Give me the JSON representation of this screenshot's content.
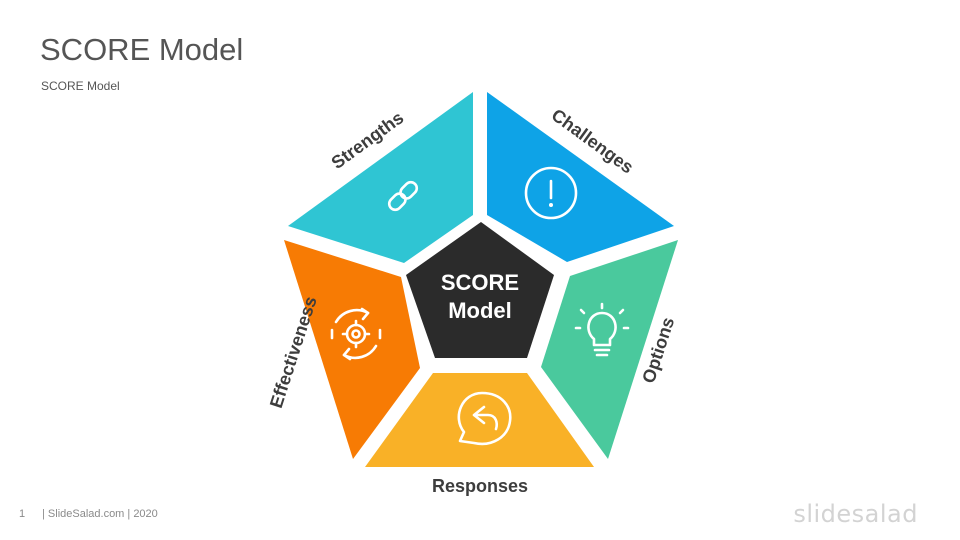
{
  "slide": {
    "title": "SCORE Model",
    "subtitle": "SCORE Model"
  },
  "diagram": {
    "center": {
      "line1": "SCORE",
      "line2": "Model",
      "color": "#2b2b2b"
    },
    "segments": [
      {
        "label": "Strengths",
        "icon": "link-icon",
        "color": "#2fc5d3"
      },
      {
        "label": "Challenges",
        "icon": "exclamation-circle-icon",
        "color": "#0ea3e7"
      },
      {
        "label": "Options",
        "icon": "lightbulb-icon",
        "color": "#4ac99d"
      },
      {
        "label": "Responses",
        "icon": "reply-chat-bubble-icon",
        "color": "#f9b127"
      },
      {
        "label": "Effectiveness",
        "icon": "gear-cycle-icon",
        "color": "#f77b04"
      }
    ]
  },
  "footer": {
    "page_number": "1",
    "text": "| SlideSalad.com | 2020",
    "brand": "slidesalad"
  }
}
